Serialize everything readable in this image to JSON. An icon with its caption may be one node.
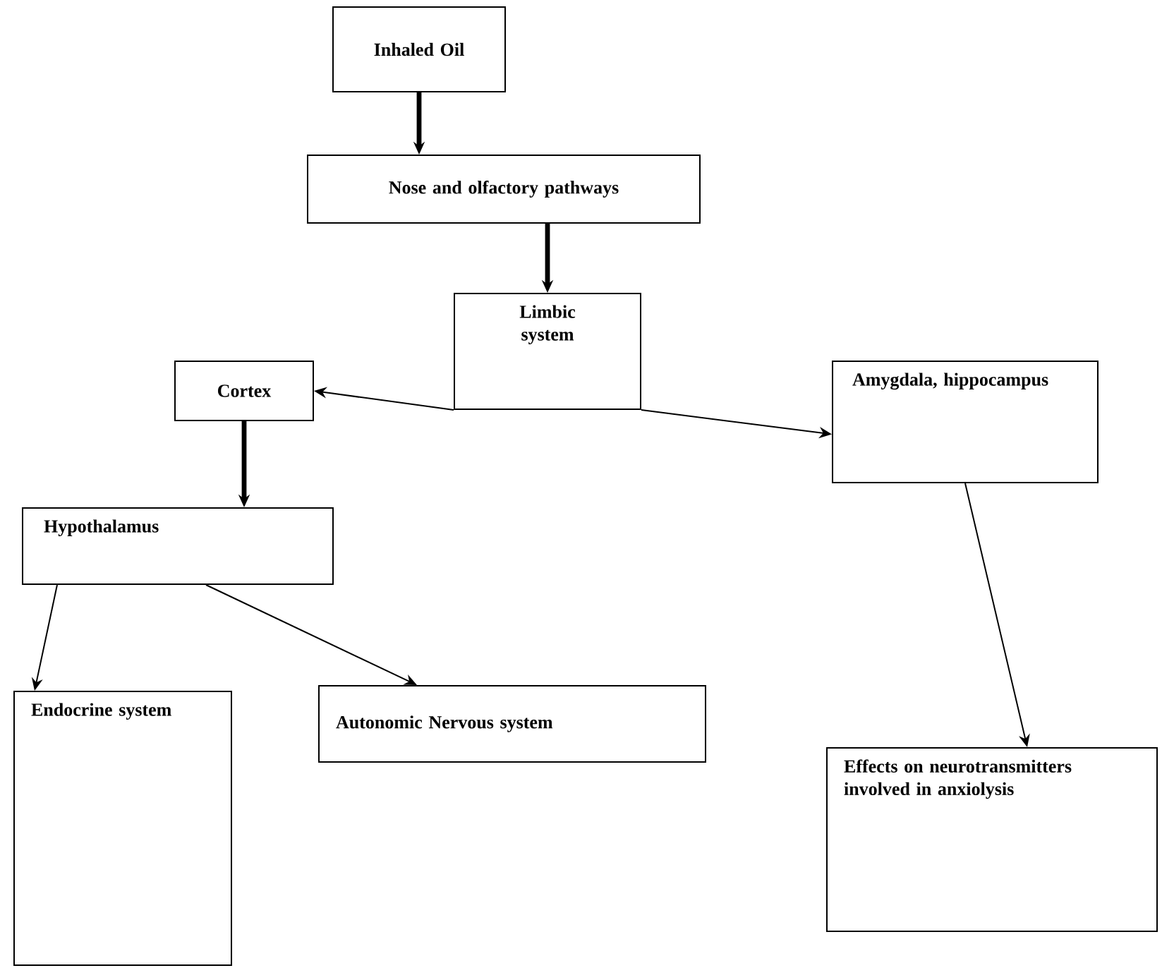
{
  "diagram": {
    "nodes": [
      {
        "text": [
          "Inhaled Oil"
        ]
      },
      {
        "text": [
          "Nose and olfactory pathways"
        ]
      },
      {
        "text": [
          "Limbic system"
        ]
      },
      {
        "text": [
          "Cortex"
        ]
      },
      {
        "text": [
          "Amygdala, hippocampus"
        ]
      },
      {
        "text": [
          "Hypothalamus"
        ]
      },
      {
        "text": [
          "Endocrine system"
        ]
      },
      {
        "text": [
          "Autonomic Nervous system"
        ]
      },
      {
        "text": [
          "Effects on neurotransmitters involved in anxiolysis"
        ]
      }
    ],
    "edges": [
      {
        "from": 0,
        "to": 1,
        "arrow": "to",
        "style": "thick"
      },
      {
        "from": 1,
        "to": 2,
        "arrow": "to",
        "style": "thick"
      },
      {
        "from": 2,
        "to": 3,
        "arrow": "to"
      },
      {
        "from": 2,
        "to": 4,
        "arrow": "to"
      },
      {
        "from": 3,
        "to": 5,
        "arrow": "to",
        "style": "thick"
      },
      {
        "from": 5,
        "to": 6,
        "arrow": "to"
      },
      {
        "from": 5,
        "to": 7,
        "arrow": "to"
      },
      {
        "from": 4,
        "to": 8,
        "arrow": "to"
      }
    ]
  }
}
